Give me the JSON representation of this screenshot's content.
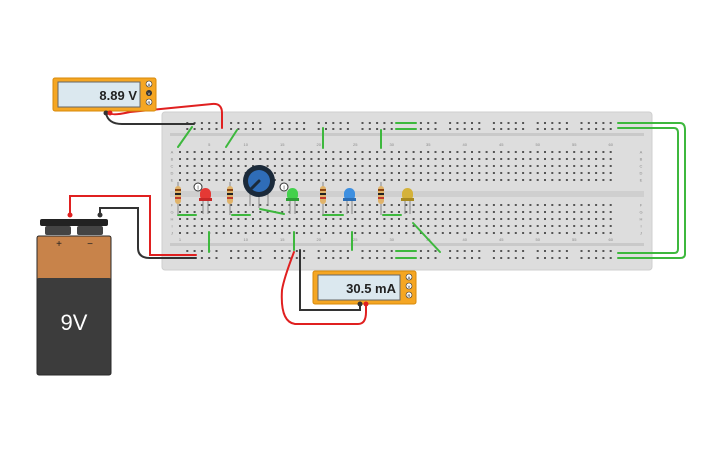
{
  "voltmeter": {
    "reading": "8.89 V",
    "terminals": [
      "A",
      "V",
      "R"
    ]
  },
  "ammeter": {
    "reading": "30.5 mA",
    "terminals": [
      "A",
      "V",
      "R"
    ]
  },
  "battery": {
    "label": "9V",
    "plus": "+",
    "minus": "−"
  },
  "breadboard": {
    "column_numbers": [
      "1",
      "5",
      "10",
      "15",
      "20",
      "25",
      "30",
      "35",
      "40",
      "45",
      "50",
      "55",
      "60"
    ],
    "row_letters_top": [
      "A",
      "B",
      "C",
      "D",
      "E"
    ],
    "row_letters_bottom": [
      "F",
      "G",
      "H",
      "I",
      "J"
    ]
  },
  "components": {
    "leds": [
      {
        "color": "red",
        "hex": "#e53935"
      },
      {
        "color": "green",
        "hex": "#43d14c"
      },
      {
        "color": "blue",
        "hex": "#3d8fe0"
      },
      {
        "color": "yellow",
        "hex": "#d4b23a"
      }
    ],
    "info_badge": "i"
  },
  "colors": {
    "wire_red": "#e02020",
    "wire_black": "#333333",
    "wire_green": "#3db83d",
    "meter_orange": "#f5a623"
  }
}
